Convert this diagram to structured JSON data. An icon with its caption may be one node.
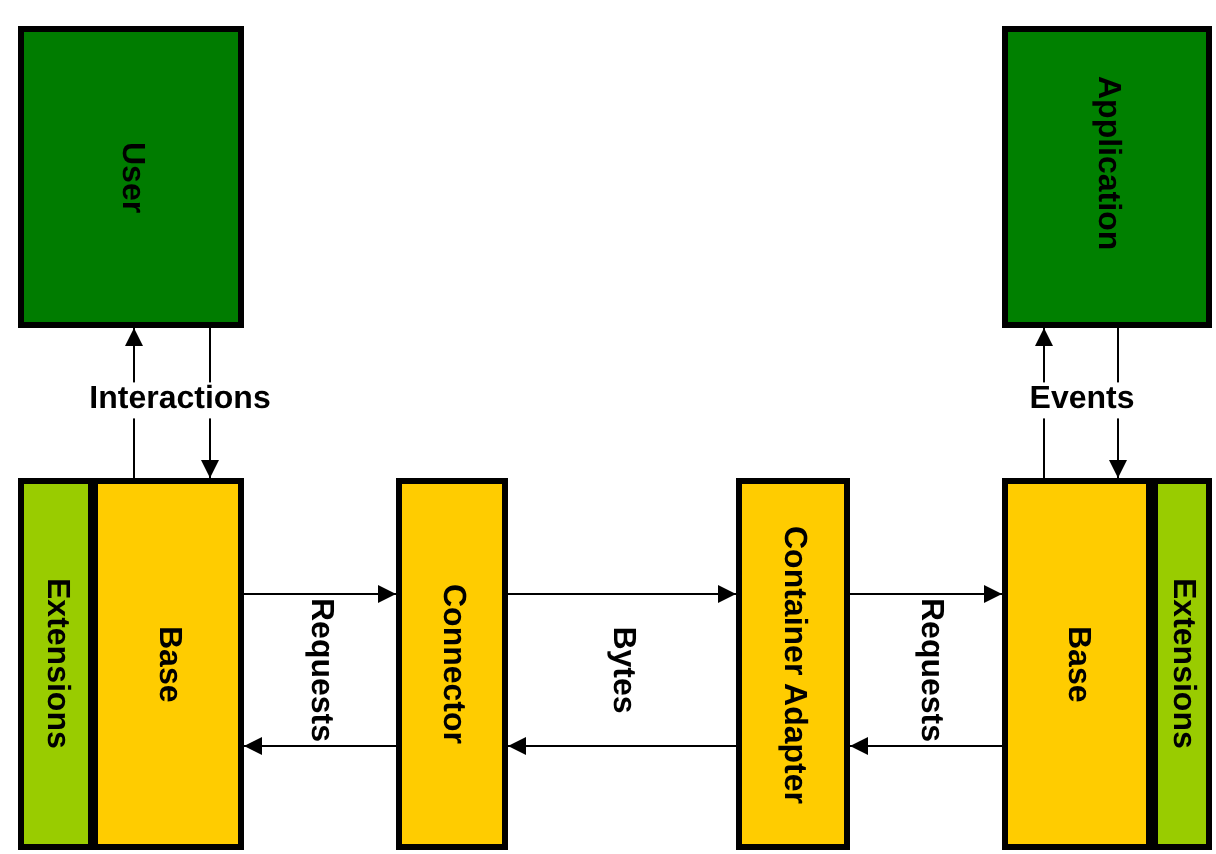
{
  "diagram": {
    "nodes": [
      {
        "text": [
          "User"
        ]
      },
      {
        "text": [
          "Application"
        ]
      },
      {
        "text": [
          "Extensions"
        ]
      },
      {
        "text": [
          "Base"
        ]
      },
      {
        "text": [
          "Connector"
        ]
      },
      {
        "text": [
          "Container Adapter"
        ]
      },
      {
        "text": [
          "Base"
        ]
      },
      {
        "text": [
          "Extensions"
        ]
      }
    ],
    "edges": [
      {
        "from": 3,
        "to": 0,
        "arrow": "to",
        "label": "Interactions"
      },
      {
        "from": 0,
        "to": 3,
        "arrow": "to"
      },
      {
        "from": 3,
        "to": 4,
        "arrow": "to",
        "label": "Requests"
      },
      {
        "from": 4,
        "to": 3,
        "arrow": "to"
      },
      {
        "from": 4,
        "to": 5,
        "arrow": "to",
        "label": "Bytes"
      },
      {
        "from": 5,
        "to": 4,
        "arrow": "to"
      },
      {
        "from": 5,
        "to": 6,
        "arrow": "to",
        "label": "Requests"
      },
      {
        "from": 6,
        "to": 5,
        "arrow": "to"
      },
      {
        "from": 6,
        "to": 1,
        "arrow": "to",
        "label": "Events"
      },
      {
        "from": 1,
        "to": 6,
        "arrow": "to"
      }
    ]
  }
}
